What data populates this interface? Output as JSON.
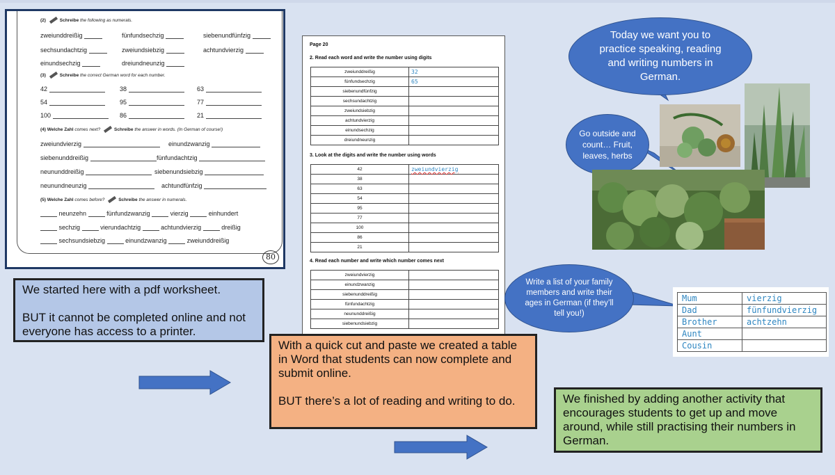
{
  "worksheet": {
    "ex2_heading_num": "(2)",
    "ex2_heading_bold": "Schreibe",
    "ex2_heading_rest": "the following as numerals.",
    "ex2_words": [
      "zweiunddreißig",
      "fünfundsechzig",
      "siebenundfünfzig",
      "sechsundachtzig",
      "zweiundsiebzig",
      "achtundvierzig",
      "einundsechzig",
      "dreiundneunzig"
    ],
    "ex3_heading_num": "(3)",
    "ex3_heading_bold": "Schreibe",
    "ex3_heading_rest": "the correct German word for each number.",
    "ex3_numbers": [
      "42",
      "38",
      "63",
      "54",
      "95",
      "77",
      "100",
      "86",
      "21"
    ],
    "ex4_heading_bold": "(4) Welche Zahl",
    "ex4_heading_mid": "comes next?",
    "ex4_heading_bold2": "Schreibe",
    "ex4_heading_rest": "the answer in words. (In German of course!)",
    "ex4_words": [
      "zweiundvierzig",
      "einundzwanzig",
      "siebenunddreißig",
      "fünfundachtzig",
      "neununddreißig",
      "siebenundsiebzig",
      "neunundneunzig",
      "achtundfünfzig"
    ],
    "ex5_heading_bold": "(5) Welche Zahl",
    "ex5_heading_mid": "comes before?",
    "ex5_heading_bold2": "Schreibe",
    "ex5_heading_rest": "the answer in numerals.",
    "ex5_words": [
      "neunzehn",
      "fünfundzwanzig",
      "vierzig",
      "einhundert",
      "sechzig",
      "vierundachtzig",
      "achtundvierzig",
      "dreißig",
      "sechsundsiebzig",
      "einundzwanzig",
      "zweiunddreißig"
    ],
    "page_number": "80"
  },
  "doc": {
    "page_label": "Page 20",
    "section2_title": "2. Read each word and write the number using digits",
    "section2_rows": [
      {
        "word": "zweiunddreißig",
        "answer": "32"
      },
      {
        "word": "fünfundsechzig",
        "answer": "65"
      },
      {
        "word": "siebenundfünfzig",
        "answer": ""
      },
      {
        "word": "sechsundachtzig",
        "answer": ""
      },
      {
        "word": "zweiundsiebzig",
        "answer": ""
      },
      {
        "word": "achtundvierzig",
        "answer": ""
      },
      {
        "word": "einundsechzig",
        "answer": ""
      },
      {
        "word": "dreiundneunzig",
        "answer": ""
      }
    ],
    "section3_title": "3. Look at the digits and write the number using words",
    "section3_rows": [
      {
        "number": "42",
        "answer": "zweiundvierzig"
      },
      {
        "number": "38",
        "answer": ""
      },
      {
        "number": "63",
        "answer": ""
      },
      {
        "number": "54",
        "answer": ""
      },
      {
        "number": "95",
        "answer": ""
      },
      {
        "number": "77",
        "answer": ""
      },
      {
        "number": "100",
        "answer": ""
      },
      {
        "number": "86",
        "answer": ""
      },
      {
        "number": "21",
        "answer": ""
      }
    ],
    "section4_title": "4. Read each number and write which number comes next",
    "section4_rows": [
      "zweiundvierzig",
      "einundzwanzig",
      "siebenunddreißig",
      "fünfundachtzig",
      "neununddreißig",
      "siebenundsiebzig"
    ]
  },
  "box1": {
    "line1": "We started here with a pdf worksheet.",
    "line2": "BUT it cannot be completed online and not everyone has access to a printer."
  },
  "box2": {
    "line1": "With a quick cut and paste we created a table in Word that students can now complete and submit online.",
    "line2": "BUT there’s a lot of reading and writing to do."
  },
  "box3": {
    "text": "We finished by adding another activity that encourages students to get up and move around, while still practising their numbers in German."
  },
  "bubbles": {
    "top": "Today we want you to practice speaking, reading and writing numbers in German.",
    "middle": "Go outside and count… Fruit, leaves, herbs",
    "bottom": "Write a list of your family members and write their ages in German (if they’ll tell you!)"
  },
  "family_table": [
    {
      "member": "Mum",
      "age": "vierzig"
    },
    {
      "member": "Dad",
      "age": "fünfundvierzig"
    },
    {
      "member": "Brother",
      "age": "achtzehn"
    },
    {
      "member": "Aunt",
      "age": ""
    },
    {
      "member": "Cousin",
      "age": ""
    }
  ],
  "colors": {
    "background": "#d9e2f1",
    "box1_fill": "#b4c7e7",
    "box2_fill": "#f4b183",
    "box3_fill": "#a9d18e",
    "bubble_fill": "#4472c4",
    "arrow": "#4472c4",
    "handwriting": "#2e86c1"
  }
}
